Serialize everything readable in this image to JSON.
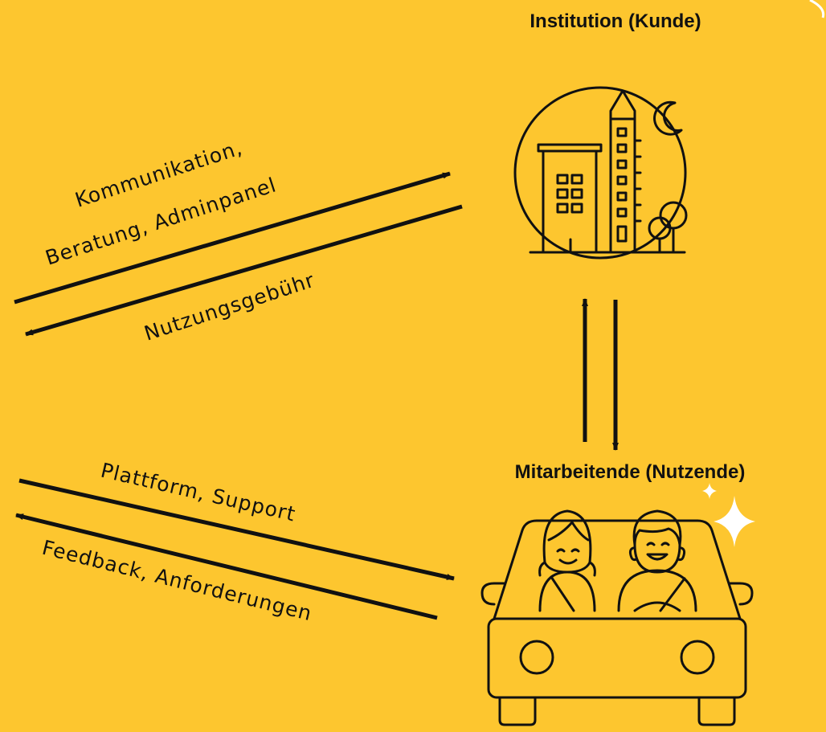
{
  "diagram": {
    "nodes": {
      "institution": {
        "title": "Institution (Kunde)",
        "icon": "city-buildings-icon"
      },
      "employees": {
        "title": "Mitarbeitende (Nutzende)",
        "icon": "car-with-people-icon"
      }
    },
    "edges": {
      "to_institution_label_1": "Kommunikation,",
      "to_institution_label_2": "Beratung, Adminpanel",
      "from_institution_label": "Nutzungsgebühr",
      "to_employees_label": "Plattform, Support",
      "from_employees_label": "Feedback, Anforderungen"
    },
    "colors": {
      "background": "#fdc62f",
      "stroke": "#111111",
      "sparkle": "#ffffff"
    }
  }
}
